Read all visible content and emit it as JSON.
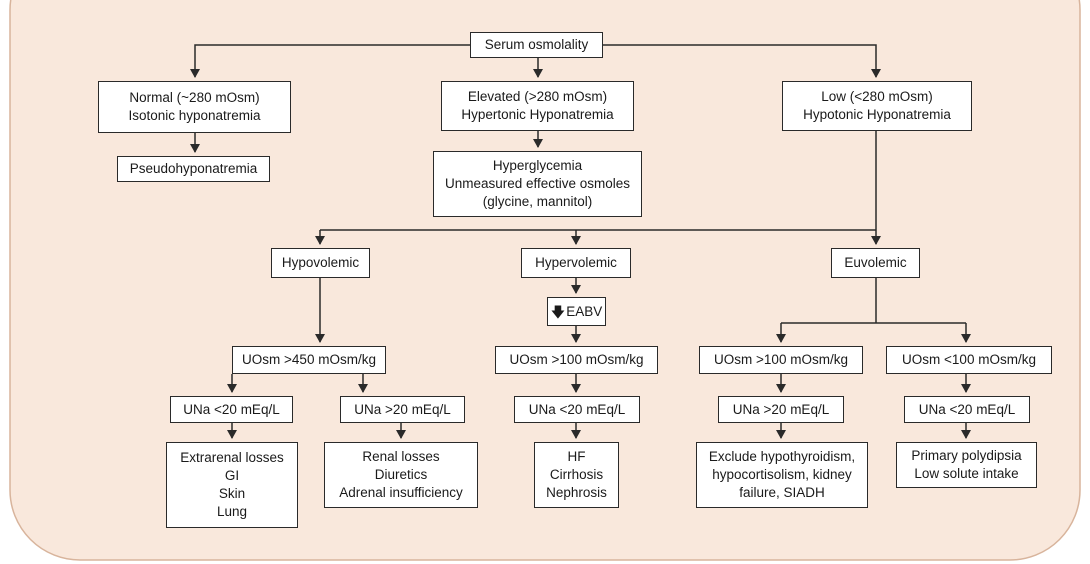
{
  "colors": {
    "panel": "#f9e8dc",
    "panel_border": "#d8b49c",
    "box_border": "#2a2a2a",
    "line": "#2a2a2a"
  },
  "diagram": {
    "serum_osmolality": "Serum osmolality",
    "normal": [
      "Normal (~280 mOsm)",
      "Isotonic hyponatremia"
    ],
    "pseudo": "Pseudohyponatremia",
    "elevated": [
      "Elevated (>280 mOsm)",
      "Hypertonic Hyponatremia"
    ],
    "hyperglycemia": [
      "Hyperglycemia",
      "Unmeasured effective osmoles",
      "(glycine, mannitol)"
    ],
    "low": [
      "Low (<280 mOsm)",
      "Hypotonic Hyponatremia"
    ],
    "hypovolemic": "Hypovolemic",
    "hypervolemic": "Hypervolemic",
    "euvolemic": "Euvolemic",
    "eabv": {
      "arrow_icon": "down-arrow-icon",
      "label": "EABV"
    },
    "uosm_450": "UOsm >450 mOsm/kg",
    "una_lt20_hypo": "UNa <20 mEq/L",
    "una_gt20_hypo": "UNa >20 mEq/L",
    "extrarenal": [
      "Extrarenal losses",
      "GI",
      "Skin",
      "Lung"
    ],
    "renal": [
      "Renal losses",
      "Diuretics",
      "Adrenal insufficiency"
    ],
    "uosm_100_hyper": "UOsm >100 mOsm/kg",
    "una_lt20_hyper": "UNa <20 mEq/L",
    "hf": [
      "HF",
      "Cirrhosis",
      "Nephrosis"
    ],
    "uosm_gt100_eu": "UOsm >100 mOsm/kg",
    "una_gt20_eu": "UNa >20 mEq/L",
    "exclude": [
      "Exclude hypothyroidism,",
      "hypocortisolism, kidney",
      "failure, SIADH"
    ],
    "uosm_lt100_eu": "UOsm <100 mOsm/kg",
    "una_lt20_eu": "UNa <20 mEq/L",
    "polydipsia": [
      "Primary polydipsia",
      "Low solute intake"
    ]
  }
}
